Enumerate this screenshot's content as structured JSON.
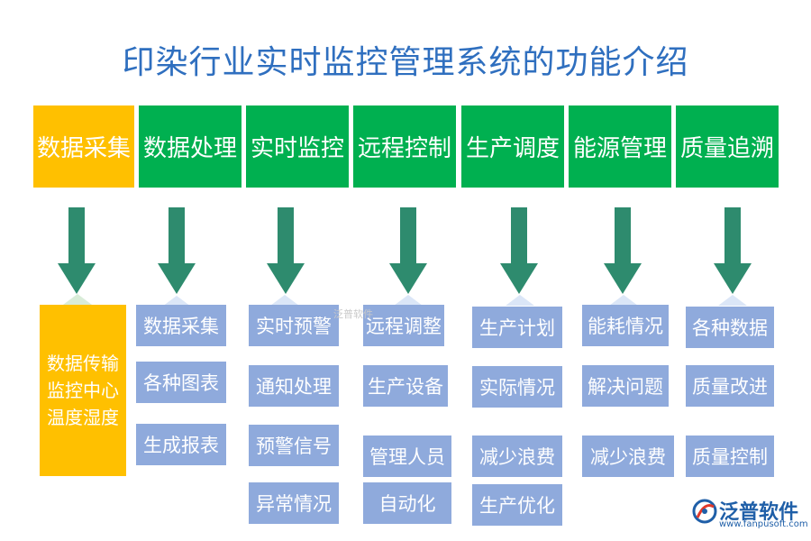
{
  "title": "印染行业实时监控管理系统的功能介绍",
  "colors": {
    "title": "#2f6fbf",
    "header_green": "#00b050",
    "header_highlight": "#ffc000",
    "arrow": "#2e8b6e",
    "box": "#8faadc",
    "text_white": "#ffffff"
  },
  "columns": [
    {
      "header": "数据采集",
      "highlight": true,
      "details": [
        "数据传输",
        "监控中心",
        "温度湿度"
      ]
    },
    {
      "header": "数据处理",
      "items": [
        "数据采集",
        "各种图表",
        "生成报表"
      ]
    },
    {
      "header": "实时监控",
      "items": [
        "实时预警",
        "通知处理",
        "预警信号",
        "异常情况"
      ]
    },
    {
      "header": "远程控制",
      "items": [
        "远程调整",
        "生产设备",
        "管理人员",
        "自动化"
      ]
    },
    {
      "header": "生产调度",
      "items": [
        "生产计划",
        "实际情况",
        "减少浪费",
        "生产优化"
      ]
    },
    {
      "header": "能源管理",
      "items": [
        "能耗情况",
        "解决问题",
        "减少浪费"
      ]
    },
    {
      "header": "质量追溯",
      "items": [
        "各种数据",
        "质量改进",
        "质量控制"
      ]
    }
  ],
  "logo": {
    "name": "泛普软件",
    "url": "www.fanpusoft.com",
    "icon": "fanpu-logo-icon"
  },
  "watermark": "泛普软件"
}
